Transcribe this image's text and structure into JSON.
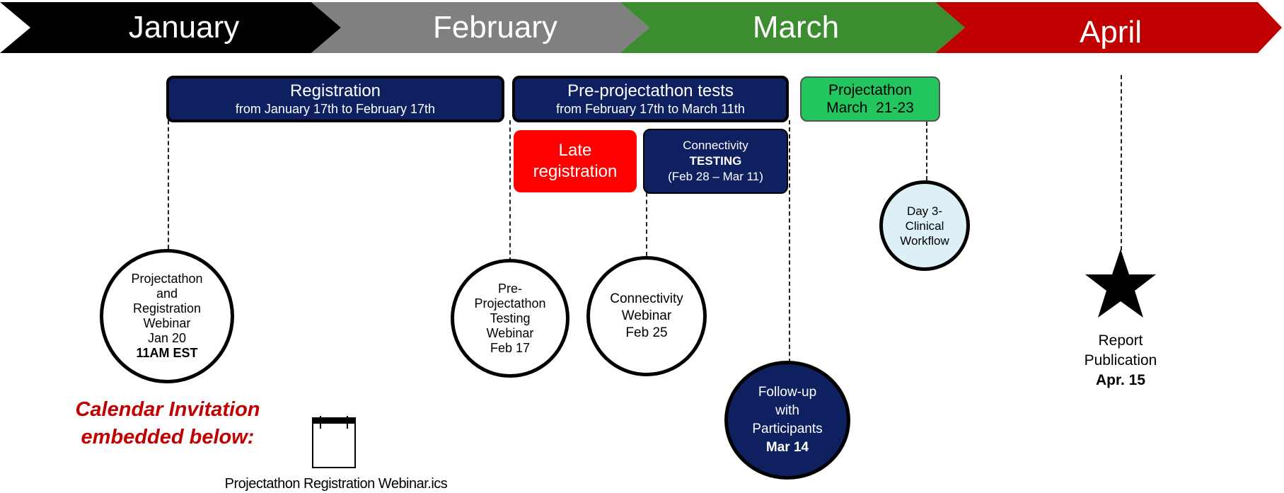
{
  "months": [
    {
      "label": "January",
      "color": "#000000"
    },
    {
      "label": "February",
      "color": "#808080"
    },
    {
      "label": "March",
      "color": "#3c8d2f"
    },
    {
      "label": "April",
      "color": "#c00000"
    }
  ],
  "phases": {
    "registration": {
      "title": "Registration",
      "sub": "from January 17th to February 17th"
    },
    "pretests": {
      "title": "Pre-projectathon tests",
      "sub": "from February 17th to March 11th"
    },
    "projectathon": {
      "line1": "Projectathon",
      "line2": "March  21-23"
    },
    "late": {
      "line1": "Late",
      "line2": "registration"
    },
    "connectivity": {
      "line1": "Connectivity",
      "line2": "TESTING",
      "line3": "(Feb 28 – Mar 11)"
    }
  },
  "events": {
    "webinar1": {
      "l1": "Projectathon",
      "l2": "and",
      "l3": "Registration",
      "l4": "Webinar",
      "l5": "Jan 20",
      "l6": "11AM EST"
    },
    "webinar2": {
      "l1": "Pre-",
      "l2": "Projectathon",
      "l3": "Testing",
      "l4": "Webinar",
      "l5": "Feb 17"
    },
    "webinar3": {
      "l1": "Connectivity",
      "l2": "Webinar",
      "l3": "Feb 25"
    },
    "followup": {
      "l1": "Follow-up",
      "l2": "with",
      "l3": "Participants",
      "l4": "Mar 14"
    },
    "day3": {
      "l1": "Day 3-",
      "l2": "Clinical",
      "l3": "Workflow"
    },
    "report": {
      "l1": "Report",
      "l2": "Publication",
      "l3": "Apr. 15"
    }
  },
  "calendar": {
    "line1": "Calendar Invitation",
    "line2": "embedded below:",
    "filename": "Projectathon Registration Webinar.ics",
    "icon": "calendar-file-icon"
  },
  "colors": {
    "navy": "#0f2060",
    "red": "#ff0000",
    "green": "#22c55e",
    "lightblue": "#ddeff7",
    "accent_red": "#c00000"
  }
}
